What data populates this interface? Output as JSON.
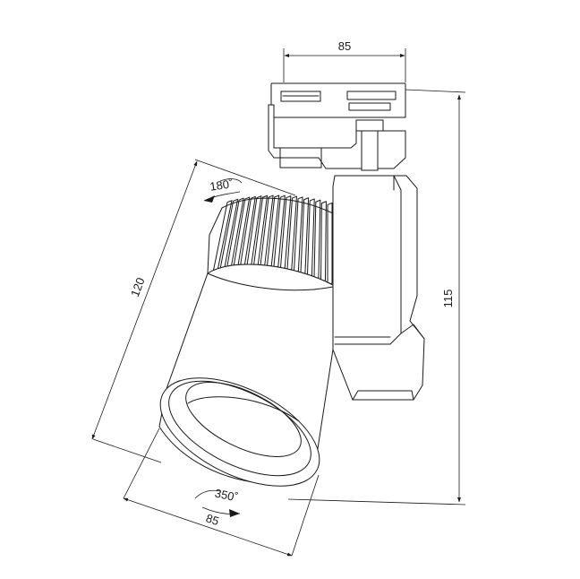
{
  "dimensions": {
    "top_width": "85",
    "height": "115",
    "length": "120",
    "bottom_width": "85",
    "rotation_head": "180˚",
    "rotation_base": "350˚"
  },
  "colors": {
    "line": "#1a1a1a",
    "background": "#ffffff"
  }
}
